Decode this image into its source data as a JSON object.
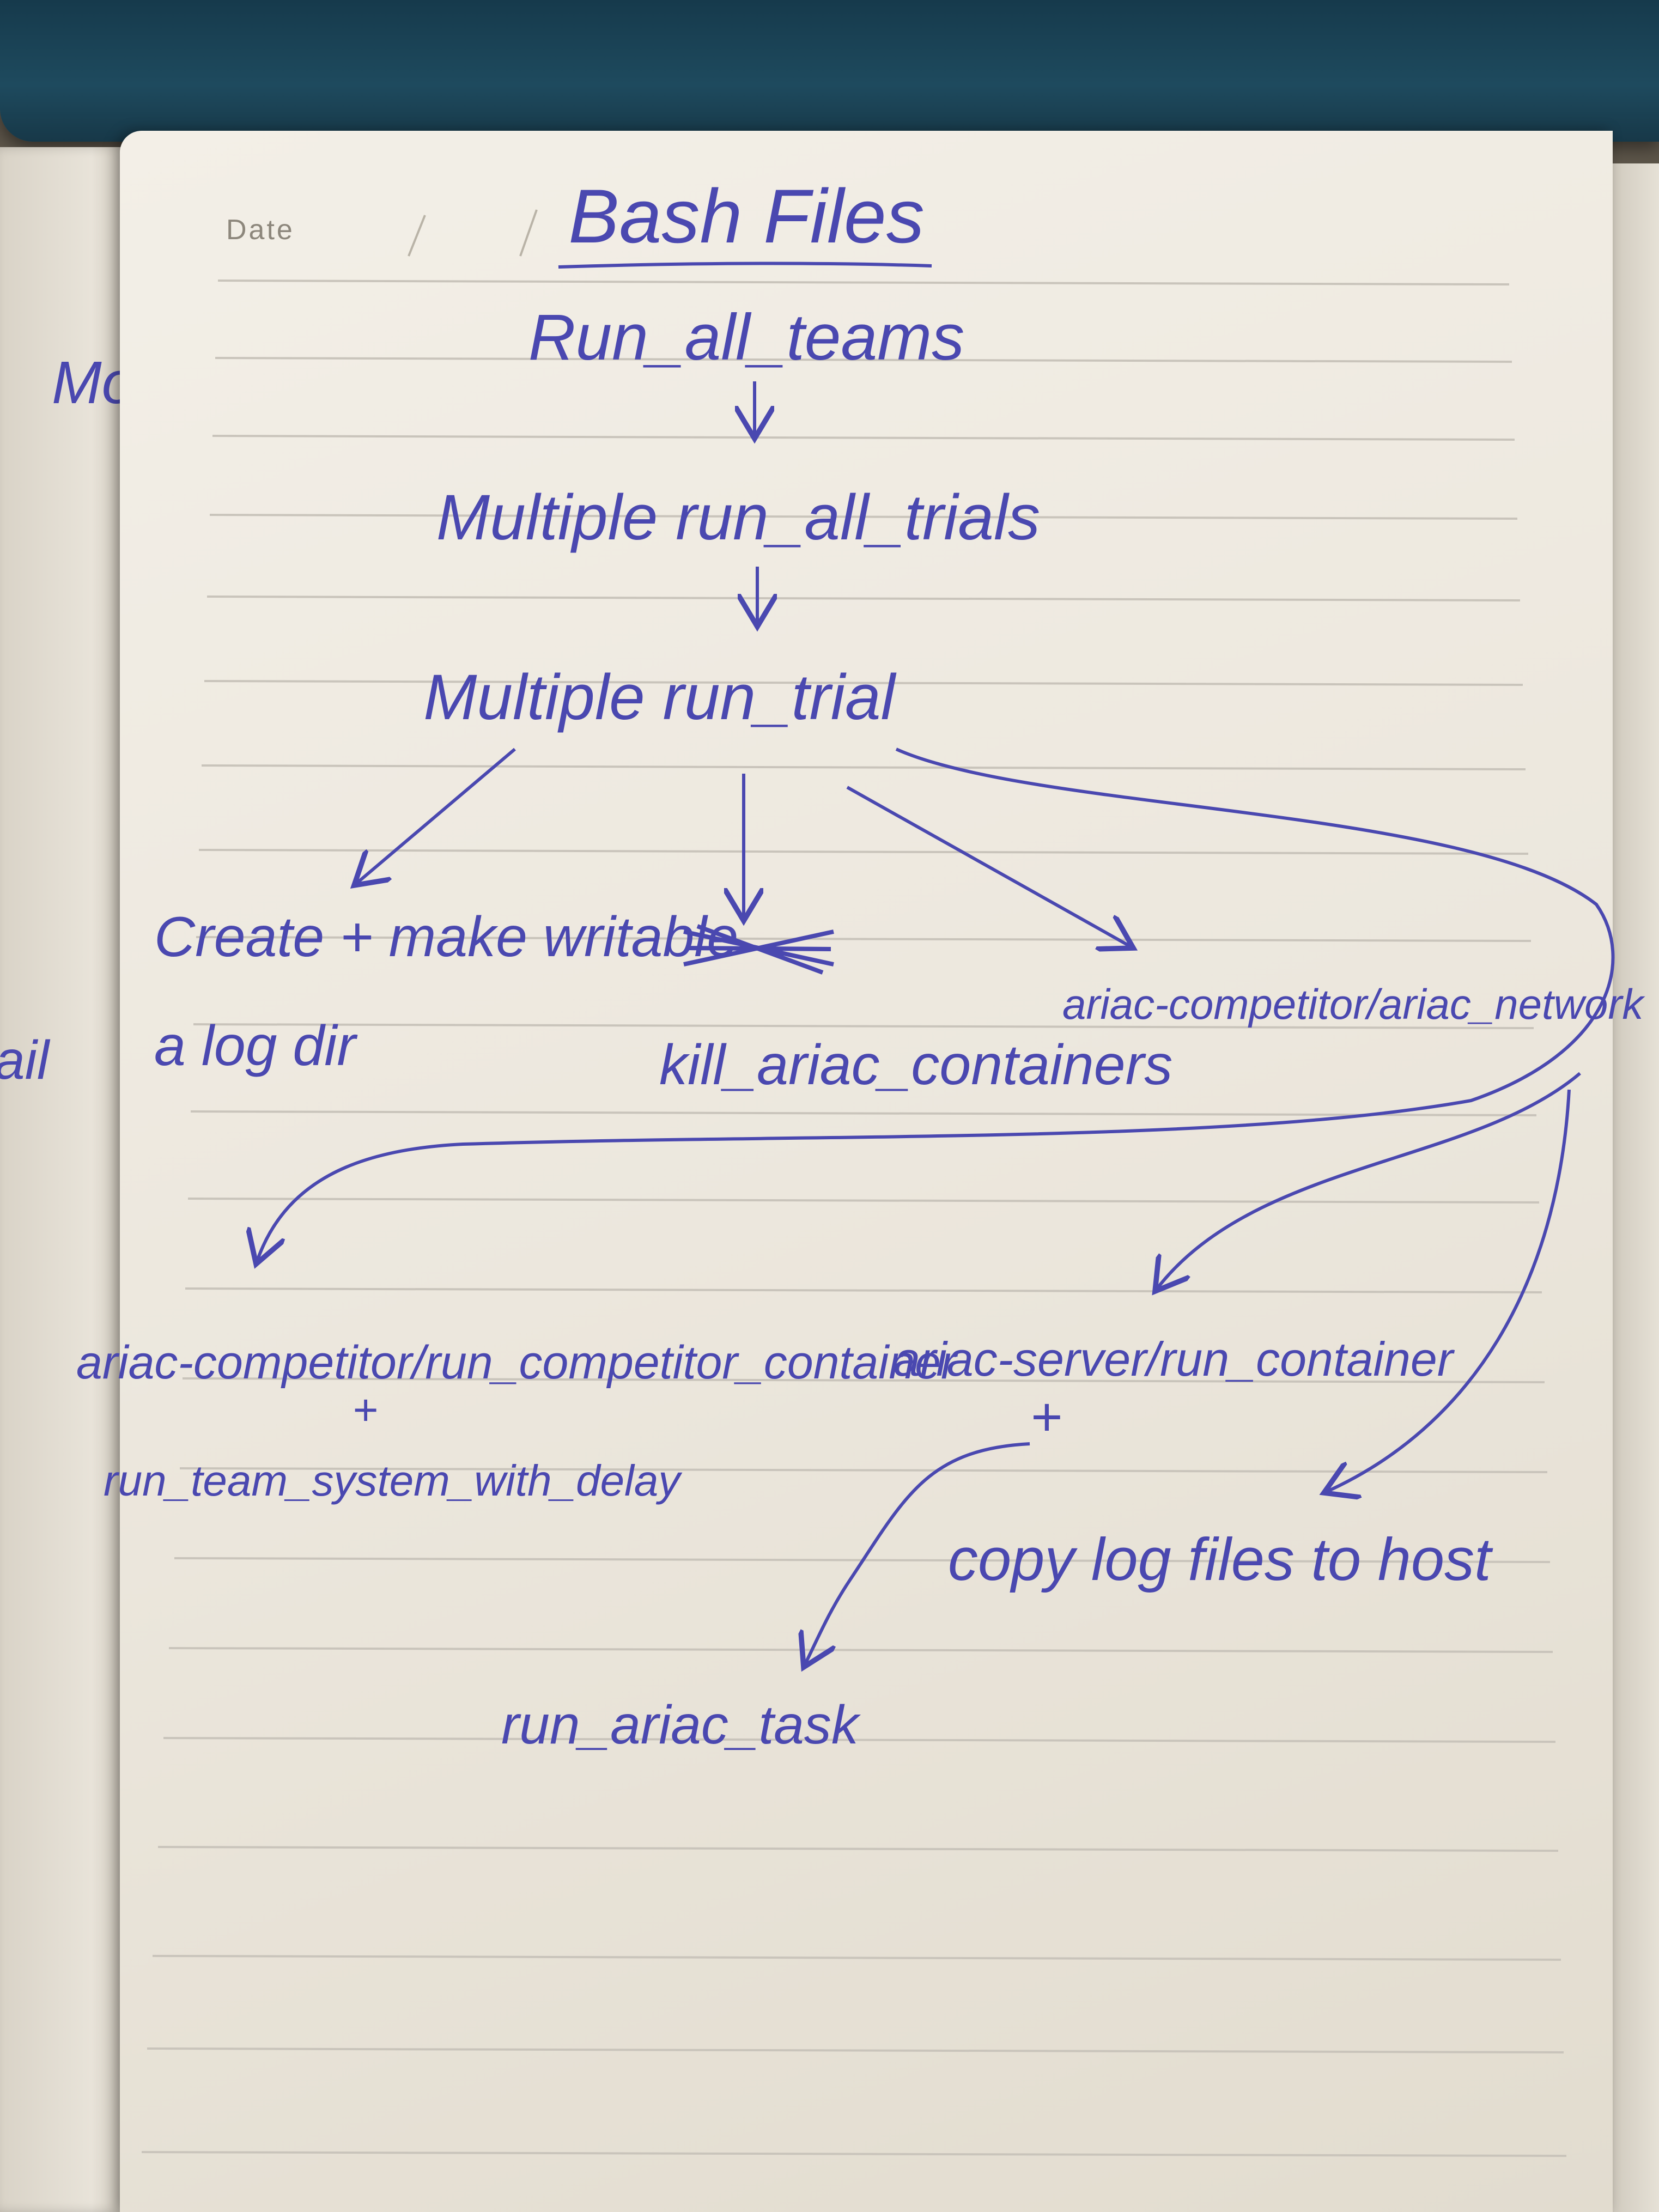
{
  "page": {
    "date_label": "Date",
    "left_margin_fragments": [
      "Mo",
      "ail"
    ]
  },
  "diagram": {
    "title": "Bash Files",
    "nodes": {
      "run_all_teams": "Run_all_teams",
      "multiple_run_all_trials": "Multiple run_all_trials",
      "multiple_run_trial": "Multiple run_trial",
      "create_log_dir_line1": "Create + make writable",
      "create_log_dir_line2": "a log dir",
      "scribble": "",
      "kill_containers": "kill_ariac_containers",
      "ariac_network": "ariac-competitor/ariac_network",
      "competitor_container": "ariac-competitor/run_competitor_container",
      "plus_left": "+",
      "team_system": "run_team_system_with_delay",
      "server_container": "ariac-server/run_container",
      "plus_right": "+",
      "copy_logs": "copy log files to host",
      "run_task": "run_ariac_task"
    }
  },
  "colors": {
    "ink": "#4a48b0",
    "paper": "#efebe2",
    "rule_line": "#c9c4bb",
    "cover": "#1e4a5e"
  }
}
